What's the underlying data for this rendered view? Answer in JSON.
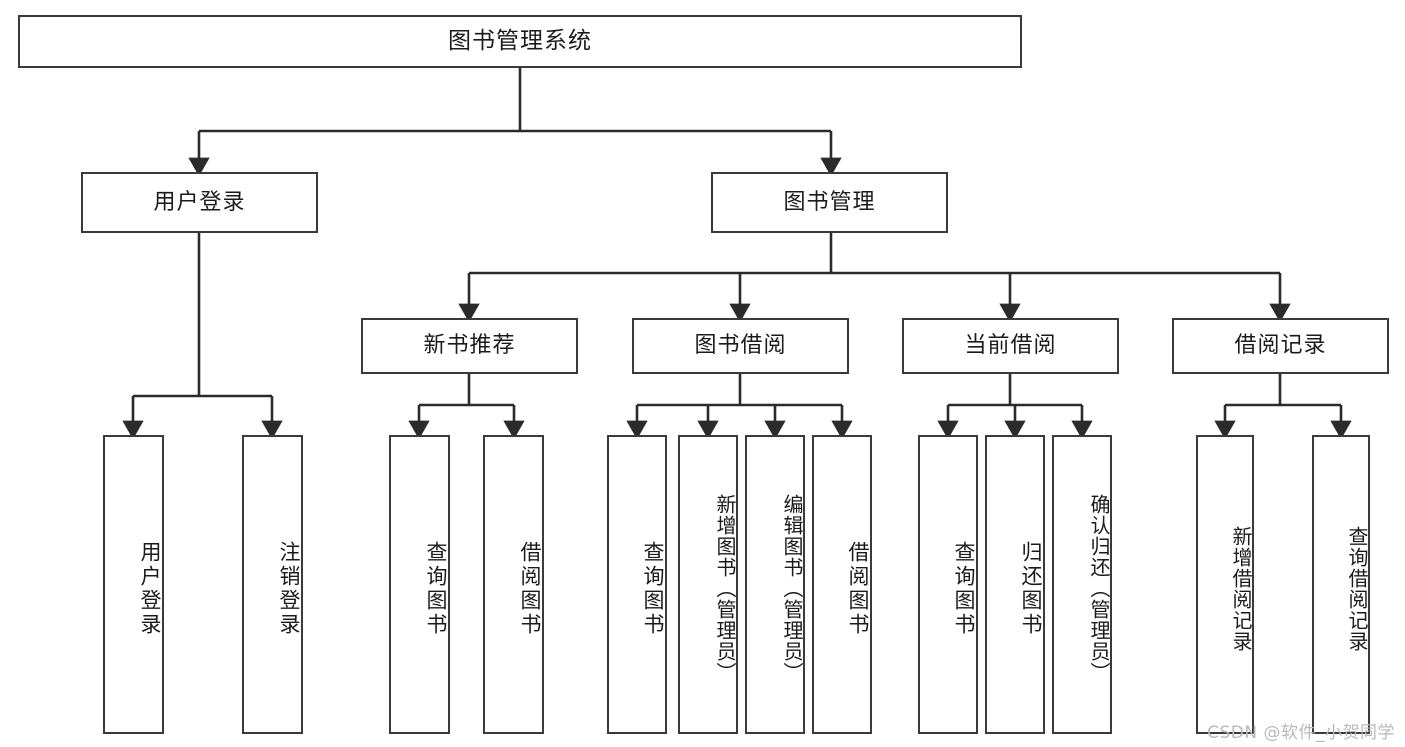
{
  "diagram": {
    "type": "tree",
    "title": "图书管理系统",
    "watermark": "CSDN @软件_小贺同学",
    "colors": {
      "background": "#ffffff",
      "border": "#3a3a3a",
      "text": "#1b1b1b",
      "connector": "#2b2b2b",
      "watermark": "#b9b9b9"
    },
    "nodes": {
      "root": {
        "label": "图书管理系统"
      },
      "level2": [
        {
          "label": "用户登录"
        },
        {
          "label": "图书管理"
        }
      ],
      "level3": [
        {
          "label": "新书推荐"
        },
        {
          "label": "图书借阅"
        },
        {
          "label": "当前借阅"
        },
        {
          "label": "借阅记录"
        }
      ],
      "leaves": {
        "user_login": [
          {
            "label": "用户登录"
          },
          {
            "label": "注销登录"
          }
        ],
        "new_book_recommend": [
          {
            "label": "查询图书"
          },
          {
            "label": "借阅图书"
          }
        ],
        "book_borrow": [
          {
            "label": "查询图书"
          },
          {
            "label": "新增图书（管理员）"
          },
          {
            "label": "编辑图书（管理员）"
          },
          {
            "label": "借阅图书"
          }
        ],
        "current_borrow": [
          {
            "label": "查询图书"
          },
          {
            "label": "归还图书"
          },
          {
            "label": "确认归还（管理员）"
          }
        ],
        "borrow_record": [
          {
            "label": "新增借阅记录"
          },
          {
            "label": "查询借阅记录"
          }
        ]
      }
    }
  }
}
